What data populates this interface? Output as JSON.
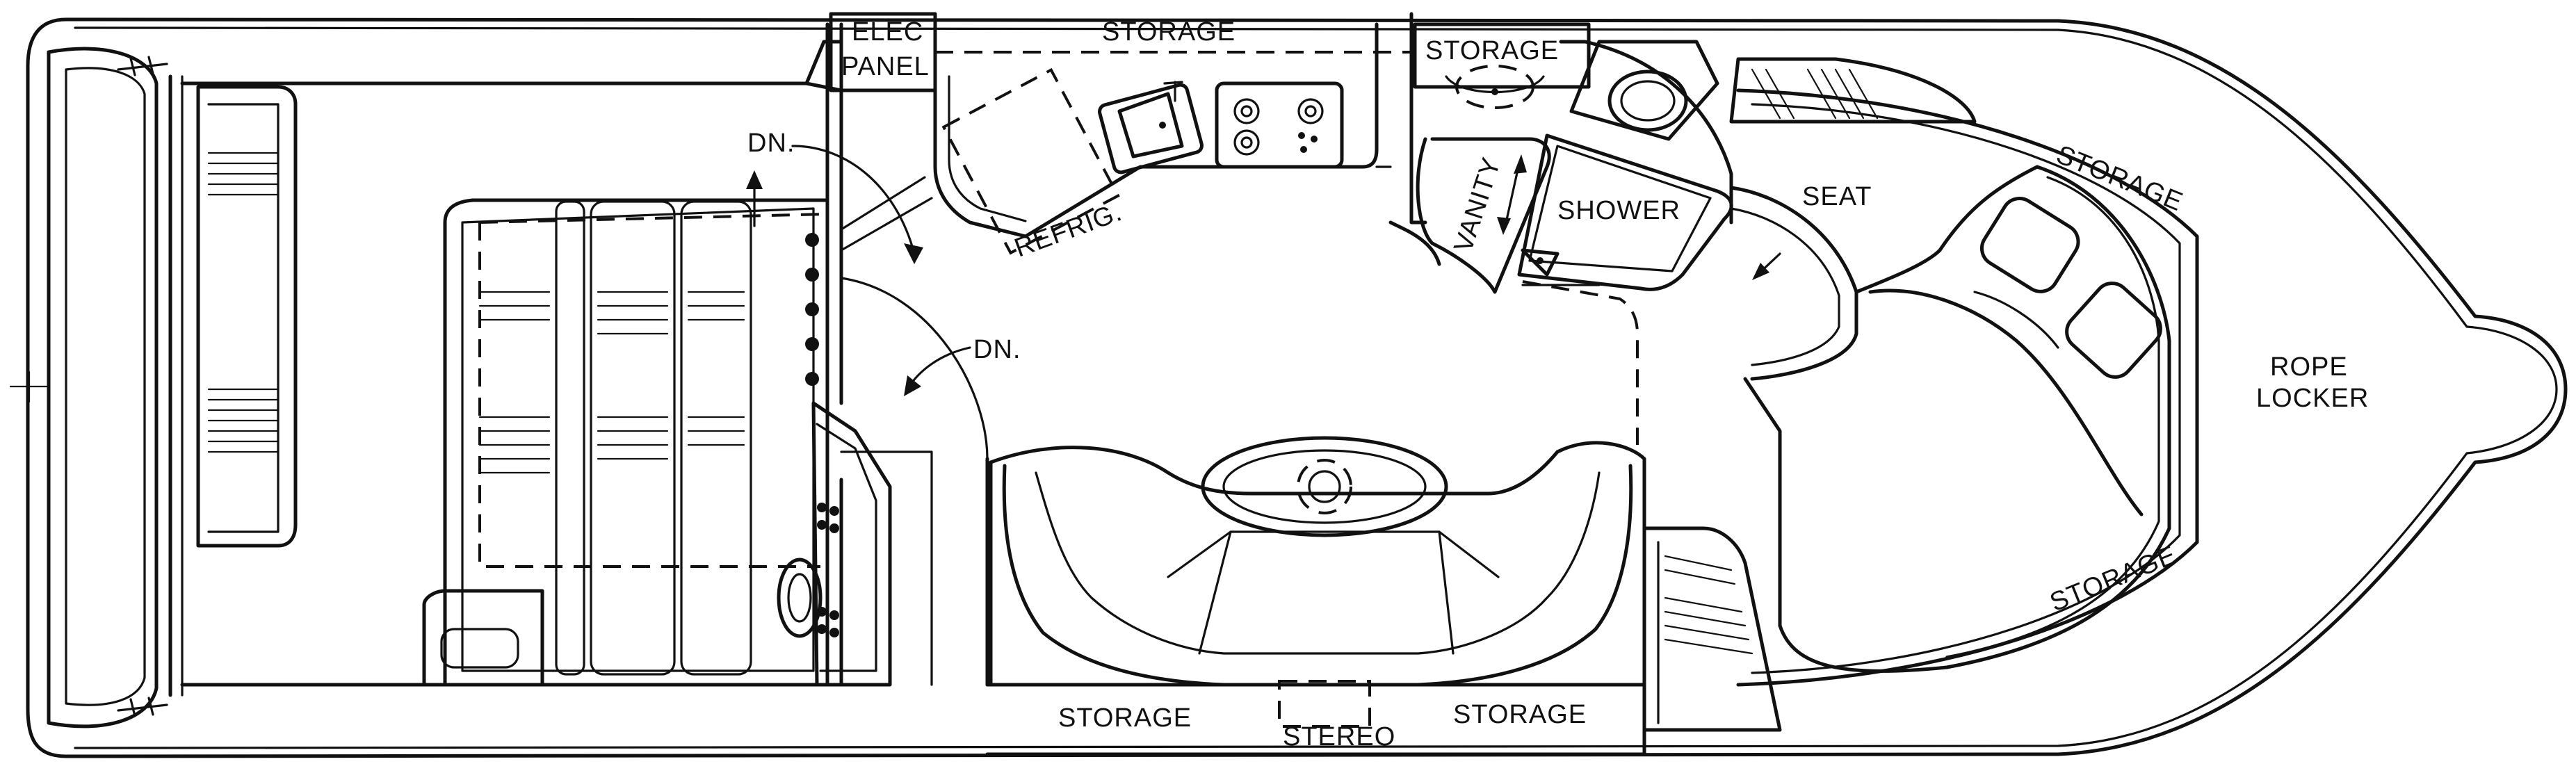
{
  "labels": {
    "elec_panel_line1": "ELEC",
    "elec_panel_line2": "PANEL",
    "storage_top": "STORAGE",
    "storage_top_right": "STORAGE",
    "storage_bow_upper": "STORAGE",
    "storage_bow_lower": "STORAGE",
    "storage_bottom_left": "STORAGE",
    "storage_bottom_right": "STORAGE",
    "stereo": "STEREO",
    "dn_upper": "DN.",
    "dn_lower": "DN.",
    "refrig": "REFRIG.",
    "vanity": "VANITY",
    "shower": "SHOWER",
    "seat": "SEAT",
    "rope_locker_line1": "ROPE",
    "rope_locker_line2": "LOCKER"
  }
}
